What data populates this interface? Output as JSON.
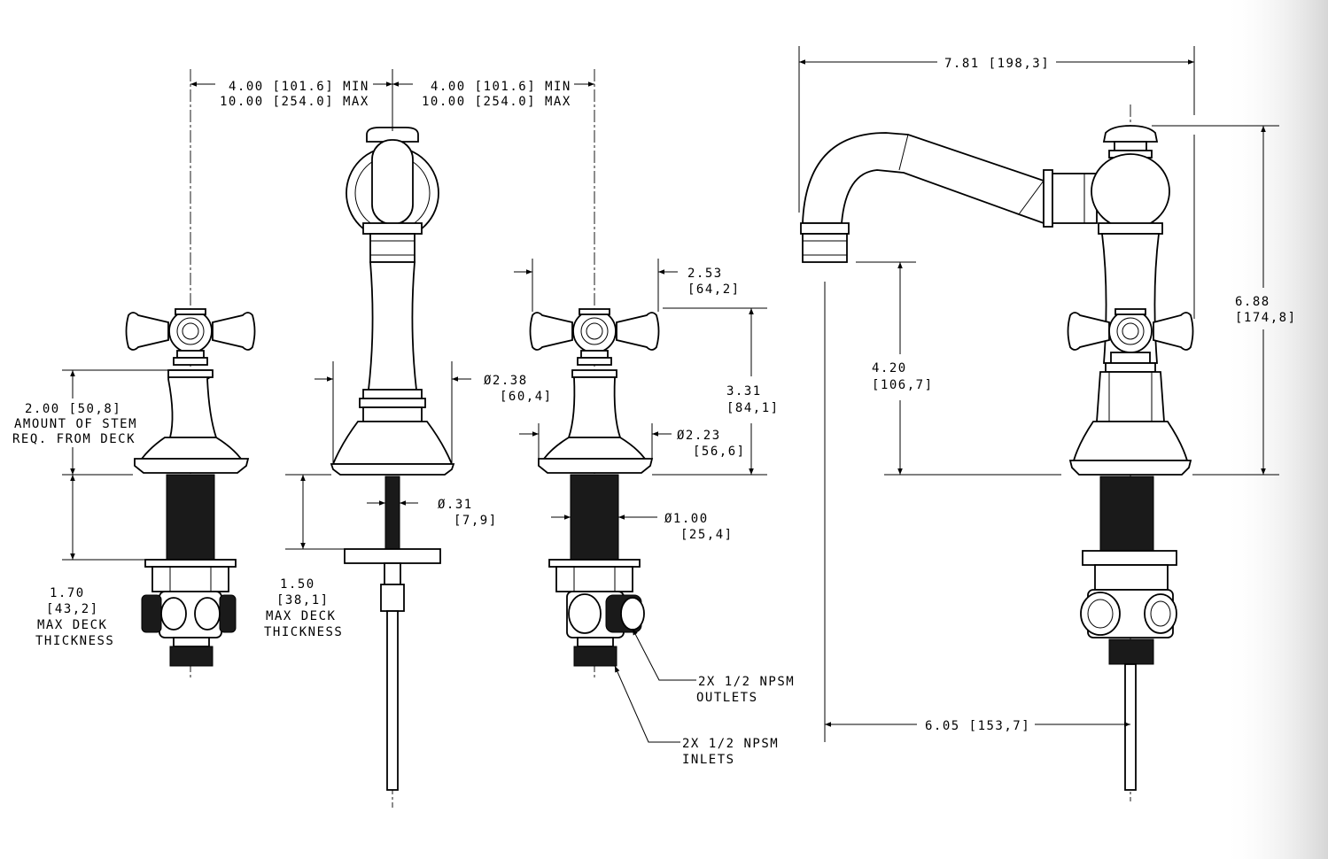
{
  "dimensions": {
    "left_spacing_line1": "4.00 [101.6] MIN",
    "left_spacing_line2": "10.00 [254.0] MAX",
    "right_spacing_line1": "4.00 [101.6] MIN",
    "right_spacing_line2": "10.00 [254.0] MAX",
    "stem_line1": "2.00 [50,8]",
    "stem_line2": "AMOUNT OF STEM",
    "stem_line3": "REQ. FROM DECK",
    "deck_left_line1": "1.70",
    "deck_left_line2": "[43,2]",
    "deck_left_line3": "MAX DECK",
    "deck_left_line4": "THICKNESS",
    "spout_dia_line1": "Ø2.38",
    "spout_dia_line2": "[60,4]",
    "rod_dia_line1": "Ø.31",
    "rod_dia_line2": "[7,9]",
    "deck_mid_line1": "1.50",
    "deck_mid_line2": "[38,1]",
    "deck_mid_line3": "MAX DECK",
    "deck_mid_line4": "THICKNESS",
    "handle_width_line1": "2.53",
    "handle_width_line2": "[64,2]",
    "handle_height_line1": "3.31",
    "handle_height_line2": "[84,1]",
    "base_dia_line1": "Ø2.23",
    "base_dia_line2": "[56,6]",
    "shank_dia_line1": "Ø1.00",
    "shank_dia_line2": "[25,4]",
    "outlets_line1": "2X 1/2 NPSM",
    "outlets_line2": "OUTLETS",
    "inlets_line1": "2X 1/2 NPSM",
    "inlets_line2": "INLETS",
    "spout_reach": "7.81 [198,3]",
    "spout_height_line1": "4.20",
    "spout_height_line2": "[106,7]",
    "overall_height_line1": "6.88",
    "overall_height_line2": "[174,8]",
    "spout_offset": "6.05 [153,7]"
  }
}
